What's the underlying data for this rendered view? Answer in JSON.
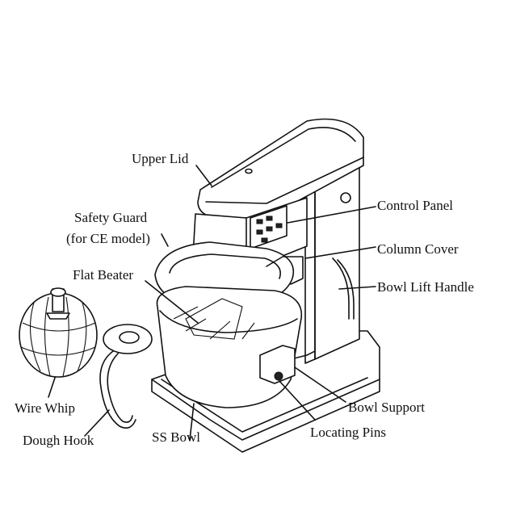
{
  "diagram": {
    "labels": {
      "upper_lid": "Upper Lid",
      "control_panel": "Control Panel",
      "safety_guard_line1": "Safety Guard",
      "safety_guard_line2": "(for CE model)",
      "column_cover": "Column Cover",
      "flat_beater": "Flat Beater",
      "bowl_lift_handle": "Bowl Lift Handle",
      "wire_whip": "Wire Whip",
      "bowl_support": "Bowl Support",
      "dough_hook": "Dough Hook",
      "ss_bowl": "SS Bowl",
      "locating_pins": "Locating Pins"
    },
    "colors": {
      "line": "#111111",
      "background": "#ffffff"
    }
  }
}
